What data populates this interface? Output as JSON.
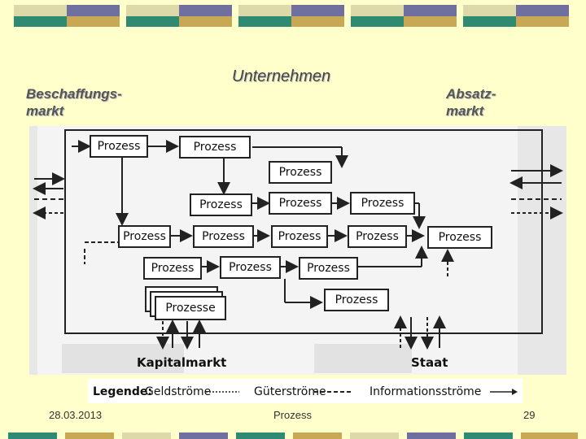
{
  "header": {
    "left_label": "Beschaffungs-\nmarkt",
    "center_label": "Unternehmen",
    "right_label": "Absatz-\nmarkt"
  },
  "diagram": {
    "process_label": "Prozess",
    "processes_label": "Prozesse",
    "capital_market": "Kapitalmarkt",
    "state": "Staat",
    "legend": {
      "title": "Legende:",
      "money": "Geldströme",
      "goods": "Güterströme",
      "info": "Informationsströme"
    }
  },
  "footer": {
    "date": "28.03.2013",
    "title": "Prozess",
    "page": "29"
  },
  "colors": {
    "background": "#ffffcc",
    "band_a": "#ddd9a8",
    "band_b": "#7070a0",
    "band_c": "#2e8b72",
    "band_d": "#c8a854"
  }
}
